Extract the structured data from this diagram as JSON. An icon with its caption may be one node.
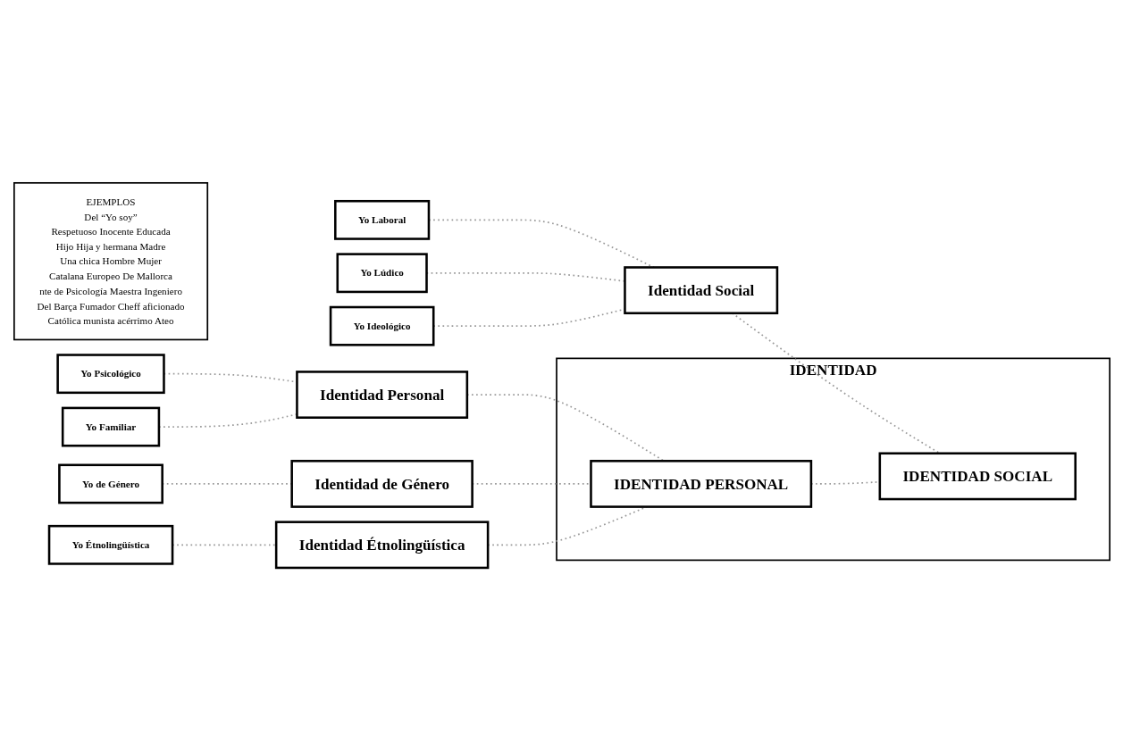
{
  "diagram": {
    "nodes": [
      {
        "text": [
          "EJEMPLOS",
          "Del “Yo soy”",
          "Respetuoso Inocente Educada",
          "Hijo Hija y hermana Madre",
          "Una chica Hombre Mujer",
          "Catalana Europeo De Mallorca",
          "nte de Psicología Maestra Ingeniero",
          "Del Barça Fumador Cheff aficionado",
          "Católica munista acérrimo Ateo"
        ]
      },
      {
        "text": [
          "Yo Psicológico"
        ]
      },
      {
        "text": [
          "Yo Familiar"
        ]
      },
      {
        "text": [
          "Yo de Género"
        ]
      },
      {
        "text": [
          "Yo Étnolingüística"
        ]
      },
      {
        "text": [
          "Yo Laboral"
        ]
      },
      {
        "text": [
          "Yo Lúdico"
        ]
      },
      {
        "text": [
          "Yo Ideológico"
        ]
      },
      {
        "text": [
          "Identidad Personal"
        ]
      },
      {
        "text": [
          "Identidad de Género"
        ]
      },
      {
        "text": [
          "Identidad Étnolingüística"
        ]
      },
      {
        "text": [
          "Identidad Social"
        ]
      },
      {
        "text": [
          "IDENTIDAD"
        ]
      },
      {
        "text": [
          "IDENTIDAD PERSONAL"
        ],
        "in": 12
      },
      {
        "text": [
          "IDENTIDAD SOCIAL"
        ],
        "in": 12
      }
    ],
    "edges": [
      {
        "from": 1,
        "to": 8,
        "arrow": "none",
        "style": "dashed"
      },
      {
        "from": 2,
        "to": 8,
        "arrow": "none",
        "style": "dashed"
      },
      {
        "from": 3,
        "to": 9,
        "arrow": "none",
        "style": "dashed"
      },
      {
        "from": 4,
        "to": 10,
        "arrow": "none",
        "style": "dashed"
      },
      {
        "from": 5,
        "to": 11,
        "arrow": "none",
        "style": "dashed"
      },
      {
        "from": 6,
        "to": 11,
        "arrow": "none",
        "style": "dashed"
      },
      {
        "from": 7,
        "to": 11,
        "arrow": "none",
        "style": "dashed"
      },
      {
        "from": 8,
        "to": 13,
        "arrow": "none",
        "style": "dashed"
      },
      {
        "from": 9,
        "to": 13,
        "arrow": "none",
        "style": "dashed"
      },
      {
        "from": 10,
        "to": 13,
        "arrow": "none",
        "style": "dashed"
      },
      {
        "from": 11,
        "to": 14,
        "arrow": "none",
        "style": "dashed"
      },
      {
        "from": 13,
        "to": 14,
        "arrow": "none",
        "style": "dashed"
      }
    ]
  }
}
